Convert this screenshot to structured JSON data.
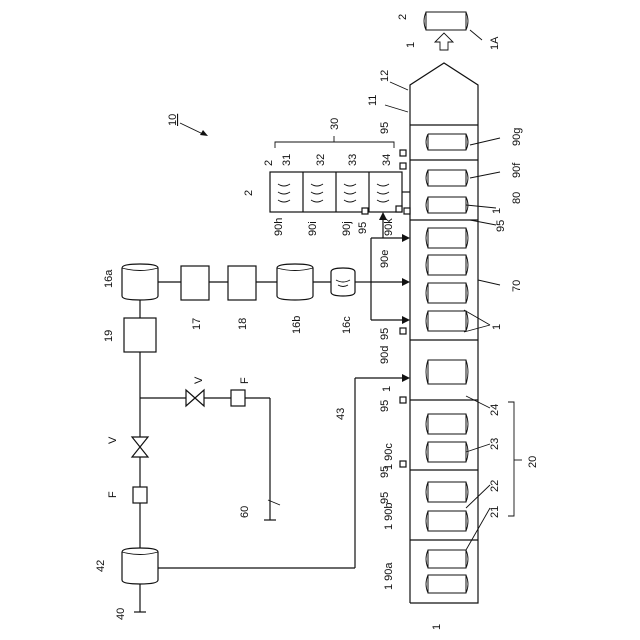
{
  "title_ref": "10",
  "labels": {
    "l2_top": "2",
    "l1_top": "1",
    "l1A": "1A",
    "l12": "12",
    "l11": "11",
    "l30": "30",
    "l95_top": "95",
    "l90g": "90g",
    "l90f": "90f",
    "l80": "80",
    "l1_80": "1",
    "l95_80": "95",
    "l2_a": "2",
    "l2_b": "2",
    "l31": "31",
    "l32": "32",
    "l33": "33",
    "l34": "34",
    "l90h": "90h",
    "l90i": "90i",
    "l90j": "90j",
    "l95_j": "95",
    "l90k": "90k",
    "l16a": "16a",
    "l17": "17",
    "l18": "18",
    "l16b": "16b",
    "l16c": "16c",
    "l19": "19",
    "lV1": "V",
    "lF1": "F",
    "lV2": "V",
    "lF2": "F",
    "l60": "60",
    "l42": "42",
    "l40": "40",
    "l43": "43",
    "l90e": "90e",
    "l70": "70",
    "l95_e": "95",
    "l1_70": "1",
    "l90d": "90d",
    "l1_d": "1",
    "l95_d": "95",
    "l24": "24",
    "l90c": "1 90c",
    "l95_c": "95",
    "l23": "23",
    "l90b": "1 90b",
    "l95_b": "95",
    "l22": "22",
    "l21": "21",
    "l20": "20",
    "l90a": "1 90a",
    "l1_bottom": "1"
  }
}
